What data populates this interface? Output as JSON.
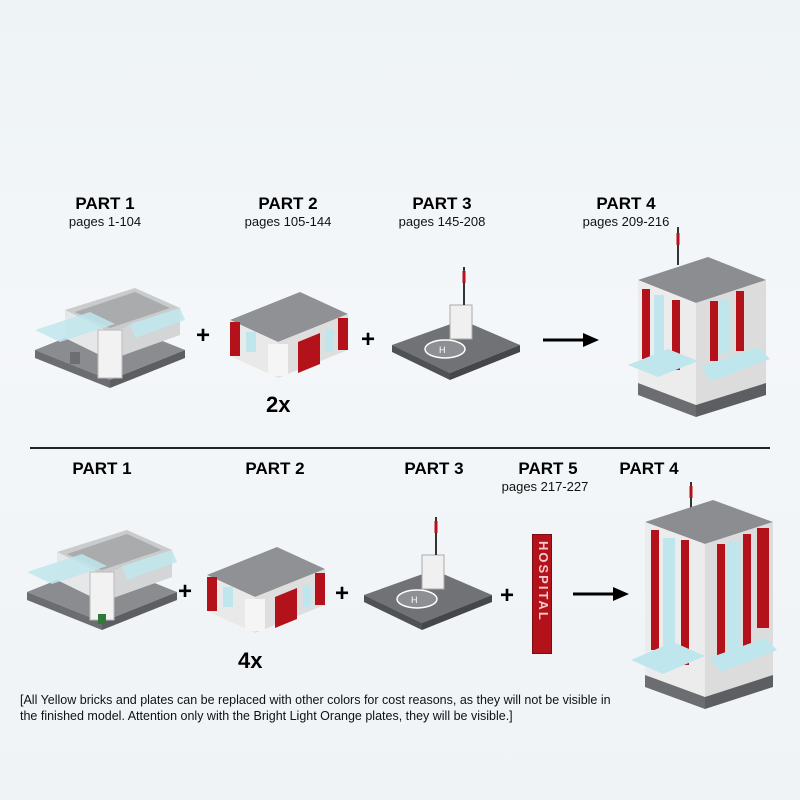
{
  "row1": {
    "parts": [
      {
        "title": "PART 1",
        "pages": "pages 1-104"
      },
      {
        "title": "PART 2",
        "pages": "pages 105-144"
      },
      {
        "title": "PART 3",
        "pages": "pages 145-208"
      },
      {
        "title": "PART 4",
        "pages": "pages 209-216"
      }
    ],
    "multiplier": "2x",
    "plus": "+"
  },
  "row2": {
    "parts": [
      {
        "title": "PART 1"
      },
      {
        "title": "PART 2"
      },
      {
        "title": "PART 3"
      },
      {
        "title": "PART 5",
        "pages": "pages 217-227"
      },
      {
        "title": "PART 4"
      }
    ],
    "multiplier": "4x",
    "plus": "+",
    "sign_text": "HOSPITAL"
  },
  "note": "[All Yellow bricks and plates can be replaced with other colors for cost reasons, as they will not be visible in the finished model. Attention only with the Bright Light Orange plates, they will be visible.]",
  "colors": {
    "brick_red": "#b3121b",
    "white": "#f4f4f4",
    "grey": "#7d7f82",
    "glass": "#bfe6ec"
  }
}
